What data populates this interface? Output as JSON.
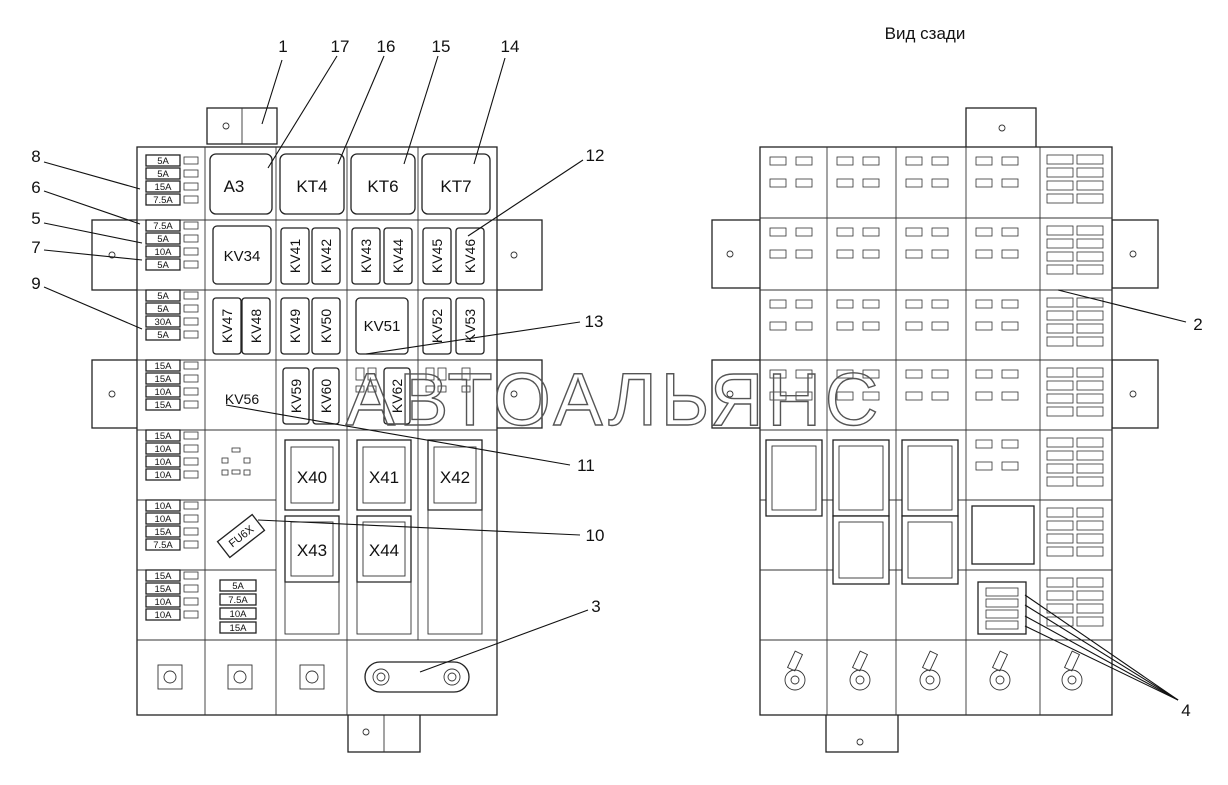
{
  "rear_view_title": "Вид сзади",
  "watermark": "АВТОАЛЬЯНС",
  "callouts": [
    "1",
    "17",
    "16",
    "15",
    "14",
    "12",
    "8",
    "6",
    "5",
    "7",
    "9",
    "13",
    "11",
    "10",
    "3",
    "2",
    "4"
  ],
  "top_modules": [
    "A3",
    "KT4",
    "KT6",
    "KT7"
  ],
  "relays": [
    "KV34",
    "KV41",
    "KV42",
    "KV43",
    "KV44",
    "KV45",
    "KV46",
    "KV47",
    "KV48",
    "KV49",
    "KV50",
    "KV51",
    "KV52",
    "KV53",
    "KV56",
    "KV59",
    "KV60",
    "KV62"
  ],
  "connectors": [
    "X40",
    "X41",
    "X42",
    "X43",
    "X44"
  ],
  "fuse_block": "FU6X",
  "fuses_left": [
    "5A",
    "5A",
    "15A",
    "7.5A",
    "7.5A",
    "5A",
    "10A",
    "5A",
    "5A",
    "5A",
    "30A",
    "5A",
    "15A",
    "15A",
    "10A",
    "15A",
    "15A",
    "10A",
    "10A",
    "10A",
    "10A",
    "10A",
    "15A",
    "7.5A",
    "15A",
    "15A",
    "10A",
    "10A"
  ],
  "fuses_small": [
    "5A",
    "7.5A",
    "10A",
    "15A"
  ]
}
